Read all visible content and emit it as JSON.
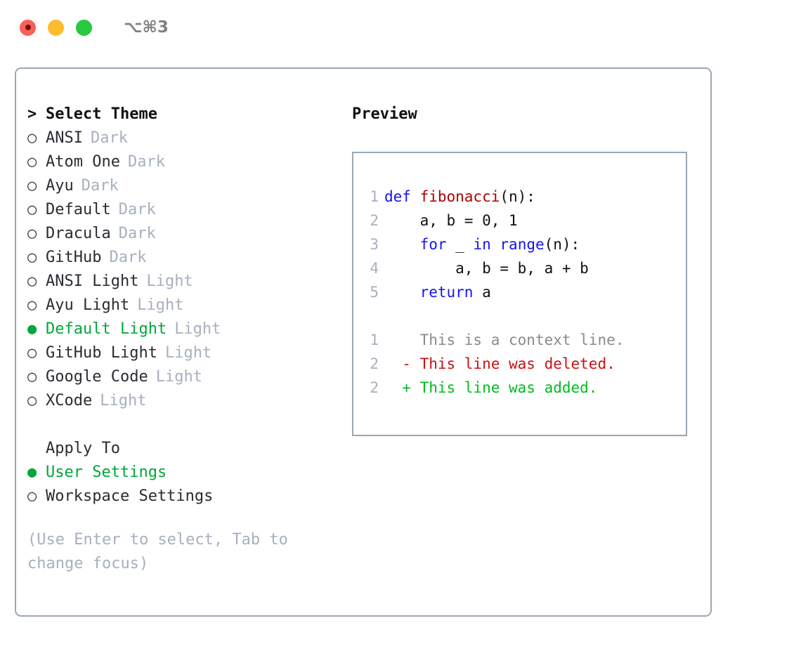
{
  "titlebar": {
    "shortcut": "⌥⌘3",
    "buttons": [
      {
        "name": "close",
        "color": "#FC5F57"
      },
      {
        "name": "minimize",
        "color": "#FCBC2D"
      },
      {
        "name": "zoom",
        "color": "#28C840"
      }
    ]
  },
  "theme_panel": {
    "header": {
      "marker": ">",
      "label": "Select Theme"
    },
    "items": [
      {
        "marker": "○",
        "label": "ANSI",
        "suffix": "Dark",
        "selected": false
      },
      {
        "marker": "○",
        "label": "Atom One",
        "suffix": "Dark",
        "selected": false
      },
      {
        "marker": "○",
        "label": "Ayu",
        "suffix": "Dark",
        "selected": false
      },
      {
        "marker": "○",
        "label": "Default",
        "suffix": "Dark",
        "selected": false
      },
      {
        "marker": "○",
        "label": "Dracula",
        "suffix": "Dark",
        "selected": false
      },
      {
        "marker": "○",
        "label": "GitHub",
        "suffix": "Dark",
        "selected": false
      },
      {
        "marker": "○",
        "label": "ANSI Light",
        "suffix": "Light",
        "selected": false
      },
      {
        "marker": "○",
        "label": "Ayu Light",
        "suffix": "Light",
        "selected": false
      },
      {
        "marker": "●",
        "label": "Default Light",
        "suffix": "Light",
        "selected": true
      },
      {
        "marker": "○",
        "label": "GitHub Light",
        "suffix": "Light",
        "selected": false
      },
      {
        "marker": "○",
        "label": "Google Code",
        "suffix": "Light",
        "selected": false
      },
      {
        "marker": "○",
        "label": "XCode",
        "suffix": "Light",
        "selected": false
      }
    ]
  },
  "apply_to": {
    "header": {
      "marker": "",
      "label": "Apply To"
    },
    "options": [
      {
        "marker": "●",
        "label": "User Settings",
        "selected": true
      },
      {
        "marker": "○",
        "label": "Workspace Settings",
        "selected": false
      }
    ]
  },
  "hint": "(Use Enter to select, Tab to change focus)",
  "preview": {
    "title": "Preview",
    "code_lines": [
      {
        "num": "1",
        "tokens": [
          {
            "text": "def ",
            "kind": "kw"
          },
          {
            "text": "fibonacci",
            "kind": "fn"
          },
          {
            "text": "(n):",
            "kind": "plain"
          }
        ]
      },
      {
        "num": "2",
        "tokens": [
          {
            "text": "    a, b = 0, 1",
            "kind": "plain"
          }
        ]
      },
      {
        "num": "3",
        "tokens": [
          {
            "text": "    ",
            "kind": "plain"
          },
          {
            "text": "for",
            "kind": "kw"
          },
          {
            "text": " _ ",
            "kind": "plain"
          },
          {
            "text": "in",
            "kind": "kw"
          },
          {
            "text": " ",
            "kind": "plain"
          },
          {
            "text": "range",
            "kind": "kw"
          },
          {
            "text": "(n):",
            "kind": "plain"
          }
        ]
      },
      {
        "num": "4",
        "tokens": [
          {
            "text": "        a, b = b, a + b",
            "kind": "plain"
          }
        ]
      },
      {
        "num": "5",
        "tokens": [
          {
            "text": "    ",
            "kind": "plain"
          },
          {
            "text": "return",
            "kind": "kw"
          },
          {
            "text": " a",
            "kind": "plain"
          }
        ]
      }
    ],
    "diff_lines": [
      {
        "num": "1",
        "sign": " ",
        "text": "This is a context line.",
        "kind": "ctx"
      },
      {
        "num": "2",
        "sign": "-",
        "text": "This line was deleted.",
        "kind": "del"
      },
      {
        "num": "2",
        "sign": "+",
        "text": "This line was added.",
        "kind": "add"
      }
    ]
  },
  "colors": {
    "accent_green": "#00a83a",
    "muted": "#a7b0be",
    "border": "#9aa7b4",
    "keyword": "#1414ee",
    "function": "#b00000",
    "diff_add": "#00bb22",
    "diff_del": "#cc1111"
  }
}
